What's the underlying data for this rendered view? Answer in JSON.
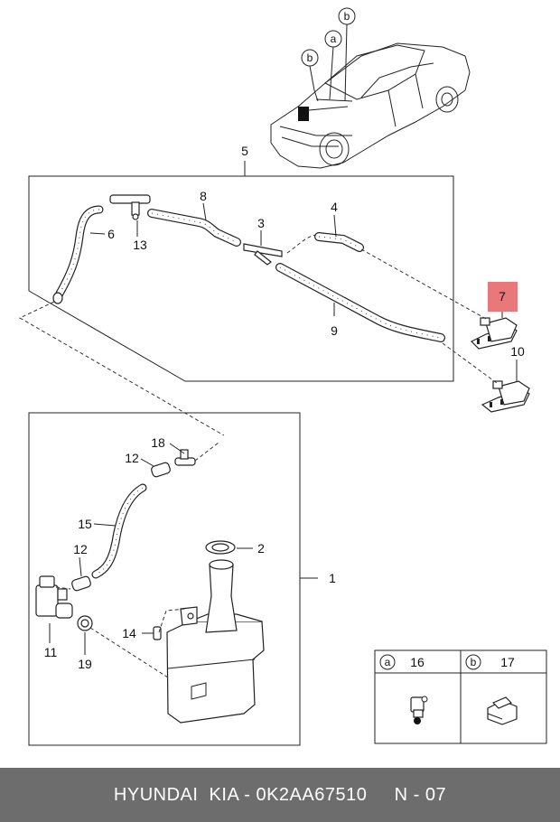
{
  "colors": {
    "footer_bg": "#6d6d6d",
    "footer_text": "#ffffff",
    "highlight_bg": "#e8787a"
  },
  "callouts": {
    "car_b1": "b",
    "car_a": "a",
    "car_b2": "b",
    "p1": "1",
    "p2": "2",
    "p3": "3",
    "p4": "4",
    "p5": "5",
    "p6": "6",
    "p7": "7",
    "p8": "8",
    "p9": "9",
    "p10": "10",
    "p11": "11",
    "p12a": "12",
    "p12b": "12",
    "p13": "13",
    "p14": "14",
    "p15": "15",
    "p18": "18",
    "p19": "19"
  },
  "legend": {
    "a_letter": "a",
    "a_part": "16",
    "b_letter": "b",
    "b_part": "17"
  },
  "footer": {
    "text": "HYUNDAI  KIA - 0K2AA67510     N - 07"
  }
}
